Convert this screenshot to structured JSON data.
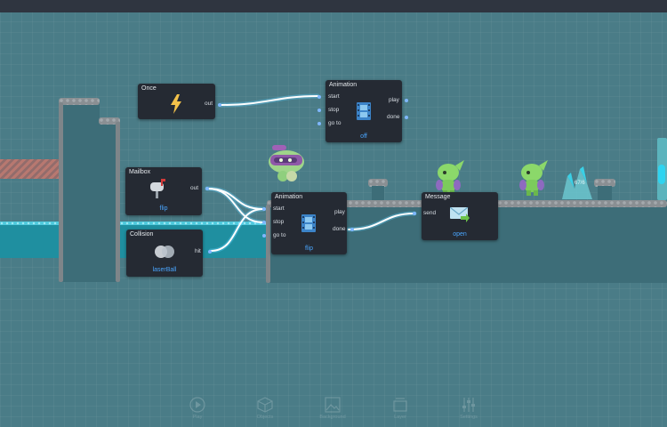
{
  "nodes": {
    "once": {
      "title": "Once",
      "out": "out",
      "icon": "lightning-icon"
    },
    "animation_top": {
      "title": "Animation",
      "inputs": [
        "start",
        "stop",
        "go to"
      ],
      "outputs": [
        "play",
        "done"
      ],
      "value": "off",
      "icon": "film-icon"
    },
    "mailbox": {
      "title": "Mailbox",
      "out": "out",
      "value": "flip",
      "icon": "mailbox-icon"
    },
    "collision": {
      "title": "Collision",
      "out": "hit",
      "value": "laserBall",
      "icon": "collision-icon"
    },
    "animation_mid": {
      "title": "Animation",
      "inputs": [
        "start",
        "stop",
        "go to"
      ],
      "outputs": [
        "play",
        "done"
      ],
      "value": "flip",
      "icon": "film-icon"
    },
    "message": {
      "title": "Message",
      "input": "send",
      "value": "open",
      "icon": "envelope-icon"
    }
  },
  "scene": {
    "score": "67/6"
  },
  "toolbar": {
    "items": [
      {
        "label": "Play",
        "icon": "play-icon"
      },
      {
        "label": "Objects",
        "icon": "cube-icon"
      },
      {
        "label": "Background",
        "icon": "image-icon"
      },
      {
        "label": "Layer",
        "icon": "layers-icon"
      },
      {
        "label": "Settings",
        "icon": "sliders-icon"
      }
    ]
  },
  "colors": {
    "background": "#4a7c87",
    "node": "#252a33",
    "wire": "#ffffff",
    "port": "#7fb7ff",
    "value": "#4aa6ff"
  }
}
